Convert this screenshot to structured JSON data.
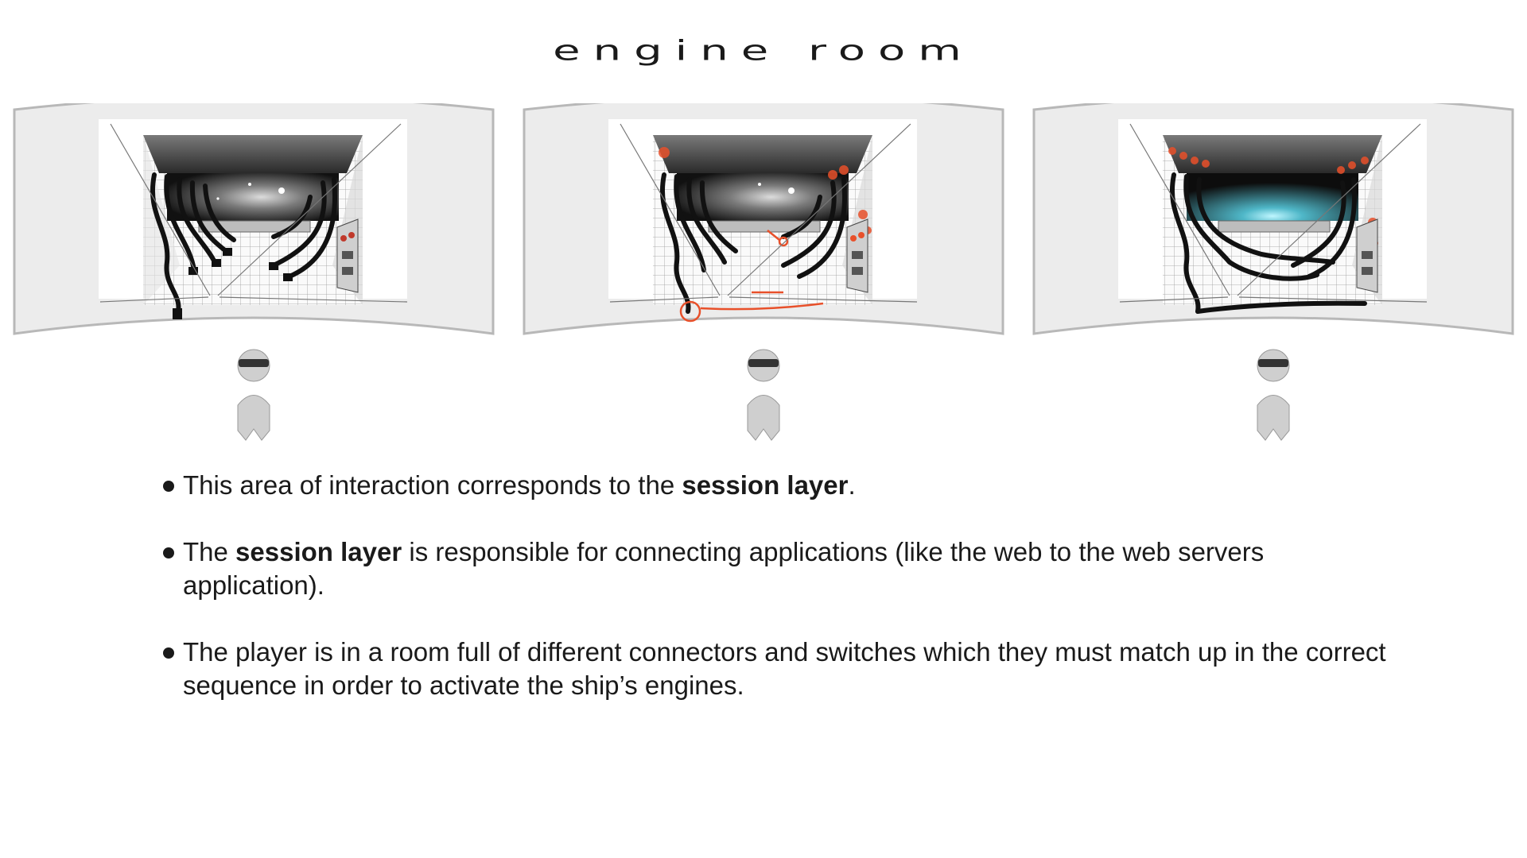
{
  "title": "ENGINE ROOM",
  "bullets": [
    {
      "parts": [
        "This area of interaction corresponds to the ",
        "session layer",
        "."
      ]
    },
    {
      "parts": [
        "The ",
        "session layer",
        " is responsible for connecting applications (like the web to the web servers application)."
      ]
    },
    {
      "parts": [
        "The player is in a room full of different connectors and switches which they must match up in the correct sequence in order to activate the ship’s engines."
      ]
    }
  ],
  "colors": {
    "accent": "#e8502a",
    "screen": "#e6e6e6",
    "figure": "#cfcfcf",
    "text": "#1a1a1a"
  },
  "icons": [
    "vr-headset-user-icon",
    "curved-screen-icon",
    "cable-plug-icon",
    "switch-panel-icon"
  ]
}
